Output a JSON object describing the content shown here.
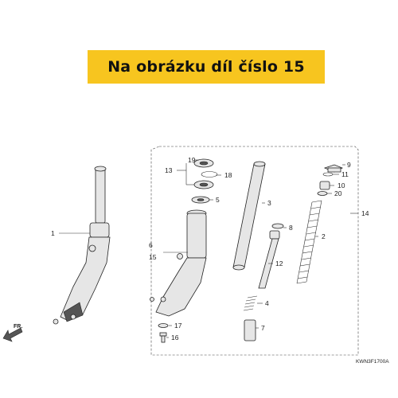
{
  "banner": {
    "text": "Na obrázku díl číslo 15",
    "color": "#f7c51f"
  },
  "diagram_code": "KWN3F1700A",
  "direction_label": "FR.",
  "callouts": {
    "c1": "1",
    "c2": "2",
    "c3": "3",
    "c4": "4",
    "c5": "5",
    "c6": "6",
    "c7": "7",
    "c8": "8",
    "c9": "9",
    "c10": "10",
    "c11": "11",
    "c12": "12",
    "c13": "13",
    "c14": "14",
    "c15": "15",
    "c16": "16",
    "c17": "17",
    "c18": "18",
    "c19": "19",
    "c20": "20"
  }
}
